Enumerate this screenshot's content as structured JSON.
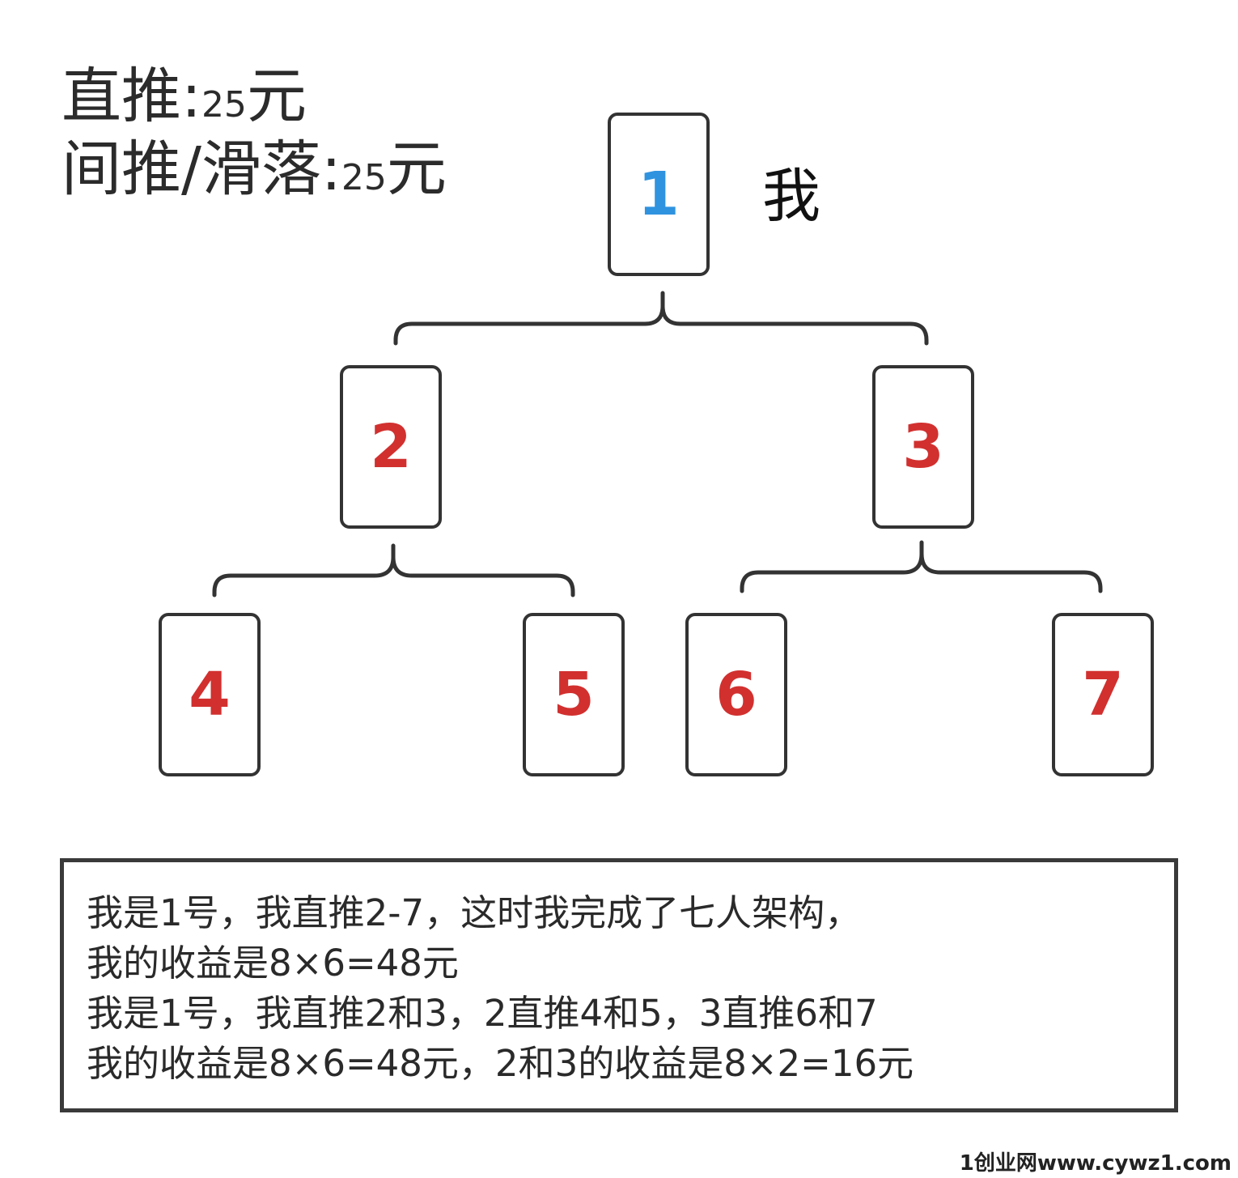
{
  "header": {
    "direct_label": "直推:",
    "direct_amount": "25",
    "direct_unit": "元",
    "indirect_label": "间推/滑落:",
    "indirect_amount": "25",
    "indirect_unit": "元"
  },
  "tree": {
    "me_label": "我",
    "nodes": [
      {
        "number": "1",
        "color": "#2f93e0"
      },
      {
        "number": "2",
        "color": "#d1302f"
      },
      {
        "number": "3",
        "color": "#d1302f"
      },
      {
        "number": "4",
        "color": "#d1302f"
      },
      {
        "number": "5",
        "color": "#d1302f"
      },
      {
        "number": "6",
        "color": "#d1302f"
      },
      {
        "number": "7",
        "color": "#d1302f"
      }
    ]
  },
  "notes": [
    "我是1号，我直推2-7，这时我完成了七人架构，",
    "我的收益是8×6=48元",
    "我是1号，我直推2和3，2直推4和5，3直推6和7",
    "我的收益是8×6=48元，2和3的收益是8×2=16元"
  ],
  "watermark": "1创业网www.cywz1.com"
}
